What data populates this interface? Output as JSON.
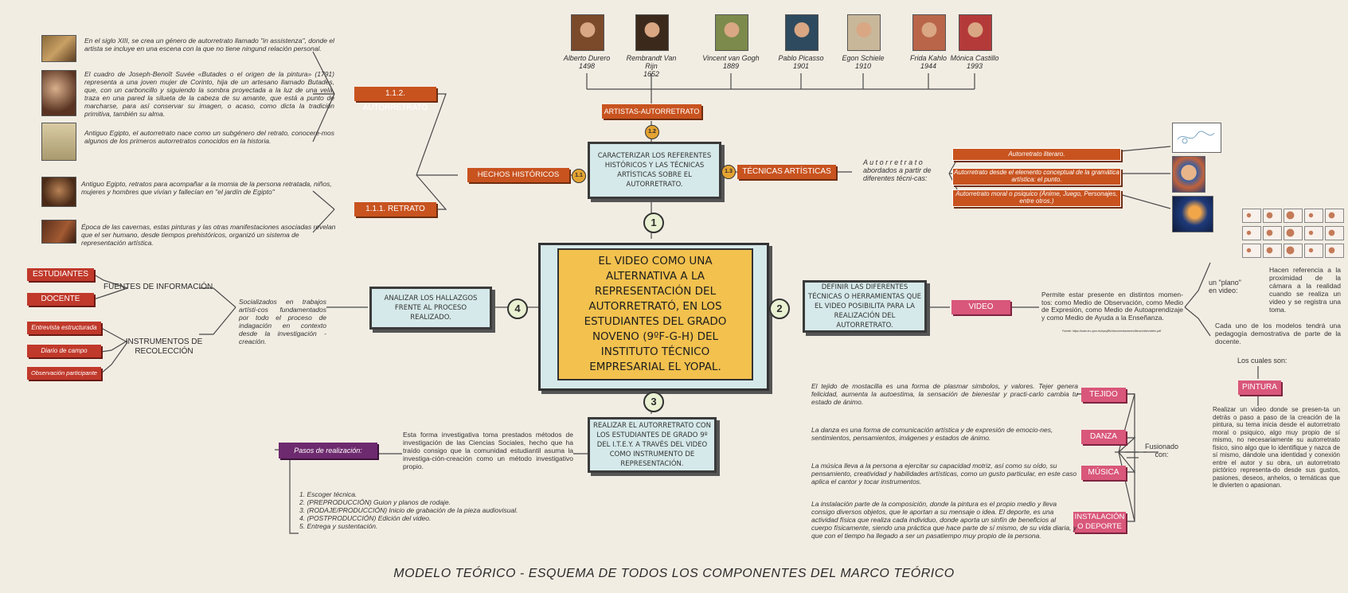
{
  "central": {
    "title": "EL VIDEO COMO UNA ALTERNATIVA A LA REPRESENTACIÓN DEL AUTORRETRATÓ, EN LOS ESTUDIANTES DEL GRADO NOVENO (9ºF-G-H) DEL INSTITUTO TÉCNICO EMPRESARIAL EL YOPAL."
  },
  "objectives": {
    "o1": {
      "num": "1",
      "text": "CARACTERIZAR LOS REFERENTES HISTÓRICOS Y LAS TÉCNICAS ARTÍSTICAS SOBRE EL AUTORRETRATO."
    },
    "o2": {
      "num": "2",
      "text": "DEFINIR LAS DIFERENTES TÉCNICAS O HERRAMIENTAS QUE EL VIDEO POSIBILITA PARA LA REALIZACIÓN DEL AUTORRETRATO."
    },
    "o3": {
      "num": "3",
      "text": "REALIZAR EL AUTORRETRATO CON LOS ESTUDIANTES DE GRADO 9º DEL I.T.E.Y. A TRAVÉS DEL VIDEO COMO INSTRUMENTO DE REPRESENTACIÓN."
    },
    "o4": {
      "num": "4",
      "text": "ANALIZAR LOS HALLAZGOS FRENTE AL PROCESO REALIZADO."
    }
  },
  "small_nums": {
    "n11": "1.1",
    "n12": "1.2",
    "n13": "1.3"
  },
  "branch1": {
    "hechos": "HECHOS HISTÓRICOS",
    "autorretrato": "1.1.2. AUTORRETRATO",
    "retrato": "1.1.1. RETRATO",
    "tecnicas": "TÉCNICAS ARTÍSTICAS",
    "artistas": "ARTISTAS-AUTORRETRATO",
    "texts": {
      "siglo13": "En el siglo XIII, se crea un género de autorretrato llamado \"in assistenza\", donde el artista se incluye en una escena con la que no tiene ningund relación personal.",
      "suvee": "El cuadro de Joseph-Benoît Suvée «Butades o el origen de la pintura» (1791) representa a una joven mujer de Corinto, hija de un artesano llamado Butades, que, con un carboncillo y siguiendo la sombra proyectada a la luz de una vela, traza en una pared la silueta de la cabeza de su amante, que está a punto de marcharse, para así conservar su imagen, o acaso, como dicta la tradición primitiva, también su alma.",
      "egipto1": "Antiguo Egipto, el autorretrato nace como un subgénero del retrato, conocere-mos algunos de los primeros autorretratos conocidos en la historia.",
      "egipto2": "Antiguo Egipto, retratos para acompañar a la momia de la persona retratada, niños, mujeres y hombres que vivían y fallecían en \"el jardín de Egipto\"",
      "cavernas": "Época de las cavernas, estas pinturas y las otras manifestaciones asociadas revelan que el ser humano, desde tiempos prehistóricos, organizó un sistema de representación artística."
    },
    "autorretrato_intro": "A u t o r r e t r a t o abordados a partir de diferentes técni-cas:",
    "tech_items": [
      "Autorretrato literaro.",
      "Autorretrato desde el elemento conceptual de la gramática artística: el punto.",
      "Autorretrato moral o psiquico (Ánime, Juego, Personajes, entre otros.)"
    ]
  },
  "artists": [
    {
      "name": "Alberto Durero",
      "year": "1498",
      "color": "#7a4a2a"
    },
    {
      "name": "Rembrandt Van Rijn",
      "year": "1652",
      "color": "#3b2a1c"
    },
    {
      "name": "Vincent van Gogh",
      "year": "1889",
      "color": "#7c8a4c"
    },
    {
      "name": "Pablo Picasso",
      "year": "1901",
      "color": "#2e4a5e"
    },
    {
      "name": "Egon Schiele",
      "year": "1910",
      "color": "#c9b79a"
    },
    {
      "name": "Frida Kahlo",
      "year": "1944",
      "color": "#b9654a"
    },
    {
      "name": "Mónica Castillo",
      "year": "1993",
      "color": "#b43a3a"
    }
  ],
  "branch4": {
    "estudiantes": "ESTUDIANTES",
    "docente": "DOCENTE",
    "fuentes": "FUENTES DE INFORMACIÓN",
    "instrumentos": "INSTRUMENTOS DE RECOLECCIÓN",
    "entrevista": "Entrevista estructurada",
    "diario": "Diario de campo",
    "observacion": "Observación participante",
    "socializados": "Socializados en trabajos artísti-cos fundamentados por todo el proceso de indagación en contexto desde la investigación - creación."
  },
  "branch2": {
    "video": "VIDEO",
    "permite": "Permite estar presente en distintos momen-tos: como Medio de Observación, como Medio de Expresión, como Medio de Autoaprendizaje y como Medio de Ayuda a la Enseñanza.",
    "fuente": "Fuente: https://www.lcs.upm.es/wps/jlfic/documentaciones/libros/video/video.pdf",
    "plano_label": "un \"plano\" en video:",
    "hacen": "Hacen referencia a la proximidad de la cámara a la realidad cuando se realiza un video y se registra una toma.",
    "cada": "Cada uno de los modelos tendrá una pedagogía demostrativa de parte de la docente.",
    "cuales": "Los cuales son:",
    "pintura": "PINTURA",
    "realizar": "Realizar un video donde se presen-ta un detrás o paso a paso de la creación de la pintura, su tema inicia desde el autorretrato moral o psiquico, algo muy propio de sí mismo, no necesariamente su autorretrato físico, sino algo que lo identifique y nazca de sí mismo, dándole una identidad y conexión entre el autor y su obra, un autorretrato pictórico representa-do desde sus gustos, pasiones, deseos, anhelos, o temáticas que le divierten o apasionan.",
    "fusionado": "Fusionado con:",
    "tejido": "TEJIDO",
    "danza": "DANZA",
    "musica": "MÚSICA",
    "instalacion": "INSTALACIÓN O DEPORTE",
    "tejido_text": "El tejido de mostacilla es una forma de plasmar simbolos, y valores. Tejer genera felicidad, aumenta la autoestima, la sensación de bienestar y practi-carlo cambia tu estado de ánimo.",
    "danza_text": "La danza es una forma de comunicación artística y de expresión de emocio-nes, sentimientos, pensamientos, imágenes y estados de ánimo.",
    "musica_text": "La música lleva a la persona a ejercitar su capacidad motriz, así como su oído, su pensamiento, creatividad y habilidades artísticas, como un gusto particular, en este caso aplica el cantor y tocar instrumentos.",
    "instal_text": "La instalación parte de la composición, donde la pintura es el propio medio y lleva consigo diversos objetos, que le aportan a su mensaje o idea. El deporte, es una actividad física que realiza cada individuo, donde aporta un sinfín de beneficios al cuerpo físicamente, siendo una práctica que hace parte de sí mismo, de su vida diaria, y que con el tiempo ha llegado a ser un pasatiempo muy propio de la persona."
  },
  "branch3": {
    "pasos": "Pasos de realización:",
    "esta_forma": "Esta forma investigativa toma prestados métodos de investigación de las Ciencias Sociales, hecho que ha traído consigo que la comunidad estudiantil asuma la investiga-ción-creación como un método investigativo propio.",
    "steps": [
      "1. Escoger técnica.",
      "2. (PREPRODUCCIÓN) Guion y planos de rodaje.",
      "3. (RODAJE/PRODUCCIÓN) Inicio de grabación de la pieza audiovisual.",
      "4. (POSTPRODUCCIÓN) Edición del video.",
      "5. Entrega y sustentación."
    ]
  },
  "footer": {
    "title": "MODELO TEÓRICO - ESQUEMA DE TODOS LOS COMPONENTES DEL MARCO TEÓRICO"
  }
}
